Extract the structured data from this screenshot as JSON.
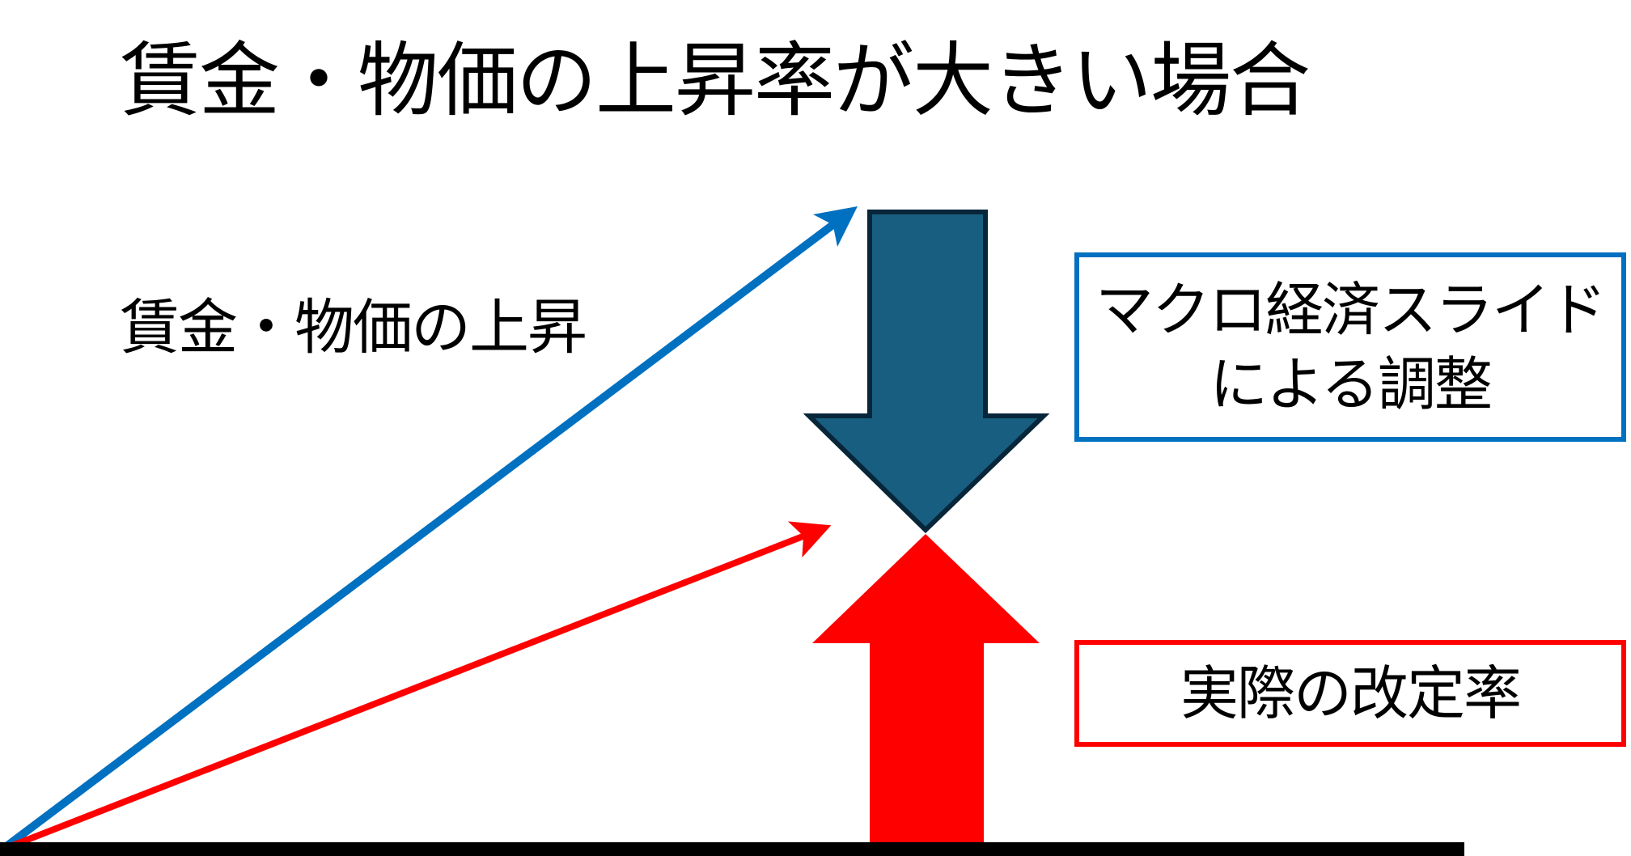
{
  "title": "賃金・物価の上昇率が大きい場合",
  "rise_label": "賃金・物価の上昇",
  "slide_box": {
    "line1": "マクロ経済スライド",
    "line2": "による調整"
  },
  "actual_box": {
    "label": "実際の改定率"
  },
  "colors": {
    "blue": "#0070c0",
    "red": "#ff0000",
    "down_arrow_fill": "#185e80",
    "down_arrow_stroke": "#07263a",
    "baseline": "#000000"
  }
}
